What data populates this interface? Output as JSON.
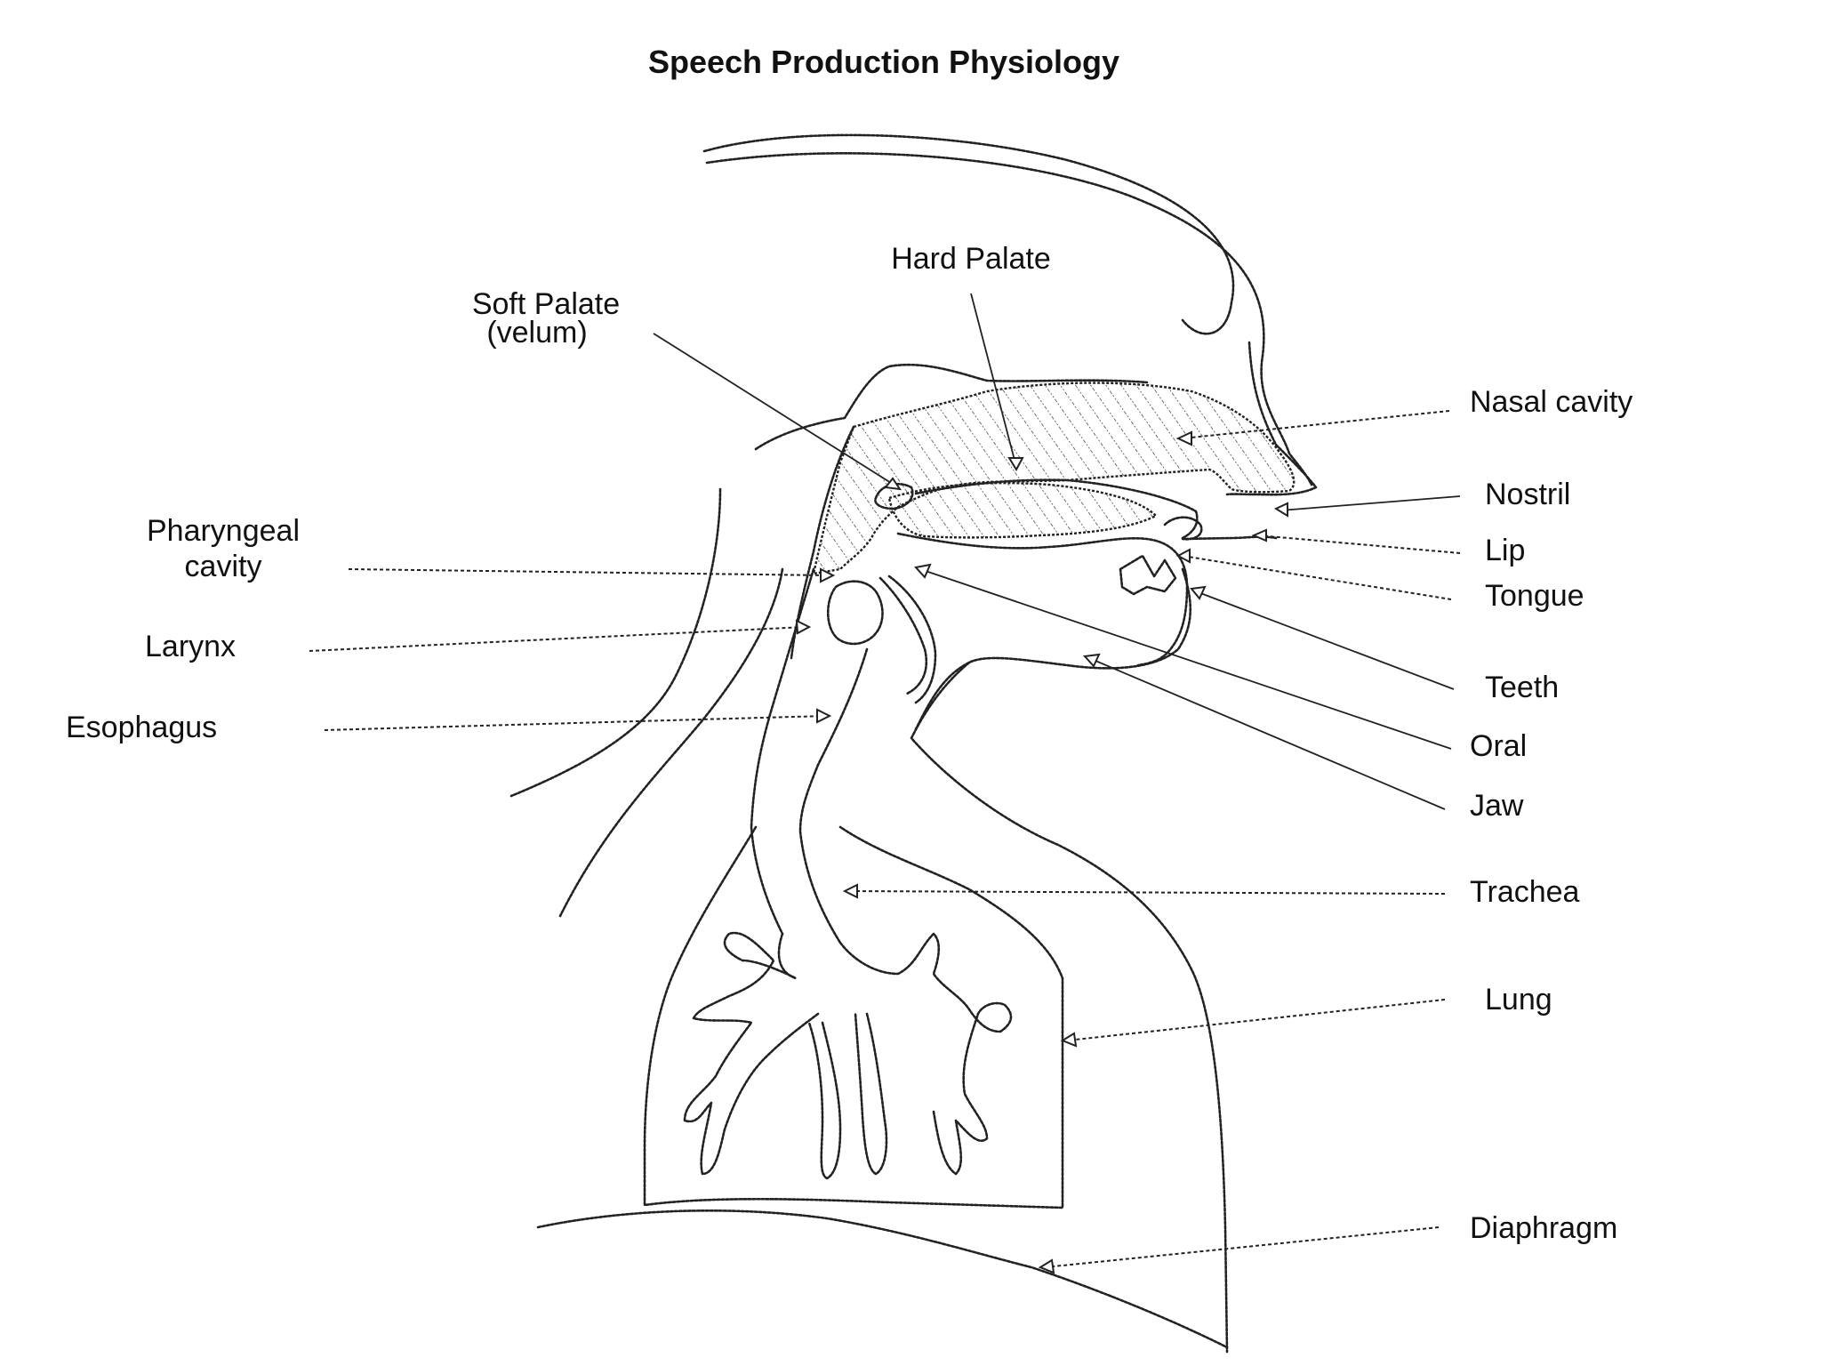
{
  "title": "Speech Production Physiology",
  "labels": {
    "hard_palate": "Hard Palate",
    "soft_palate": "Soft Palate",
    "velum": "(velum)",
    "nasal_cavity": "Nasal cavity",
    "nostril": "Nostril",
    "lip": "Lip",
    "tongue": "Tongue",
    "teeth": "Teeth",
    "oral": "Oral",
    "jaw": "Jaw",
    "trachea": "Trachea",
    "lung": "Lung",
    "diaphragm": "Diaphragm",
    "pharyngeal": "Pharyngeal",
    "cavity": "cavity",
    "larynx": "Larynx",
    "esophagus": "Esophagus"
  }
}
